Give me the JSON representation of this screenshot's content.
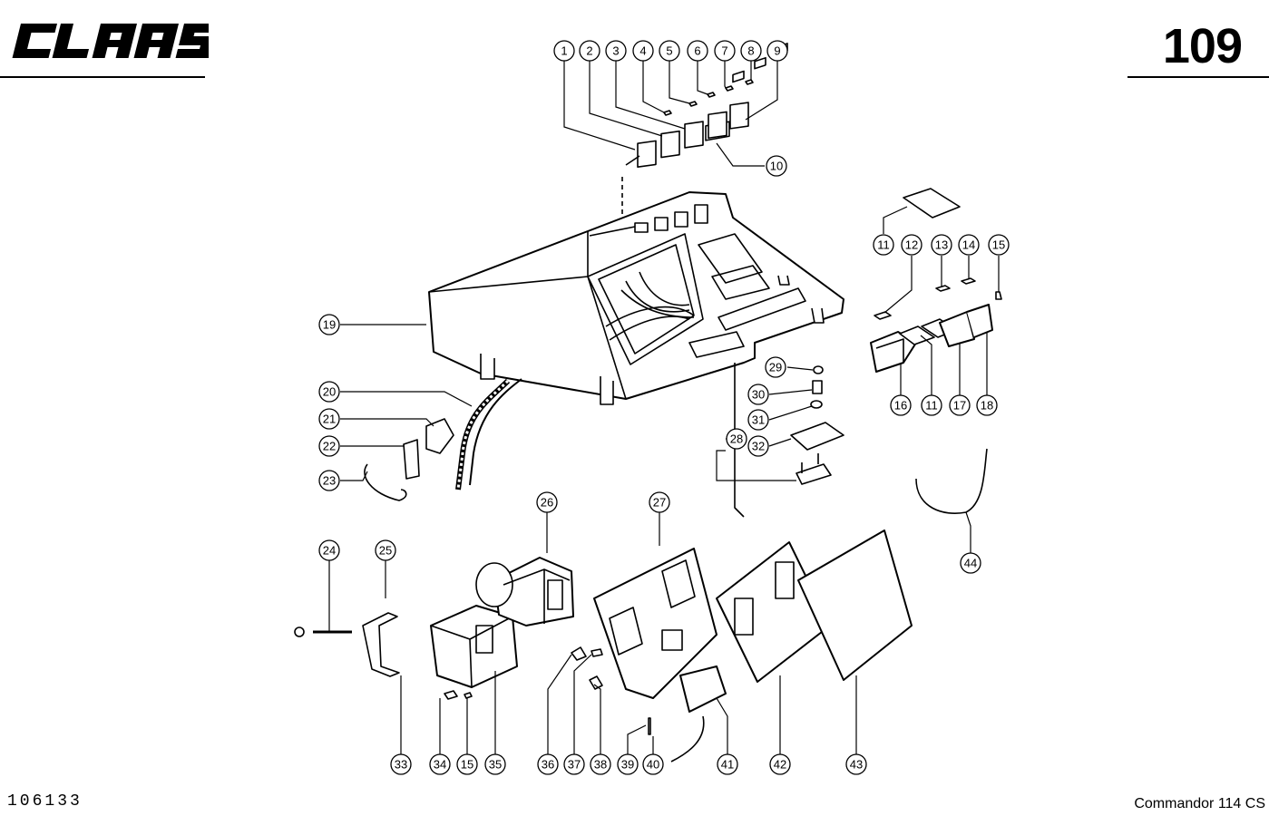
{
  "header": {
    "brand": "CLAAS",
    "page_number": "109"
  },
  "footer": {
    "document_number": "106133",
    "model": "Commandor 114 CS"
  },
  "callouts": [
    "1",
    "2",
    "3",
    "4",
    "5",
    "6",
    "7",
    "8",
    "9",
    "10",
    "11",
    "12",
    "13",
    "14",
    "15",
    "11",
    "16",
    "17",
    "18",
    "19",
    "20",
    "21",
    "22",
    "23",
    "24",
    "25",
    "26",
    "27",
    "28",
    "29",
    "30",
    "31",
    "32",
    "33",
    "34",
    "15",
    "35",
    "36",
    "37",
    "38",
    "39",
    "40",
    "41",
    "42",
    "43",
    "44"
  ]
}
